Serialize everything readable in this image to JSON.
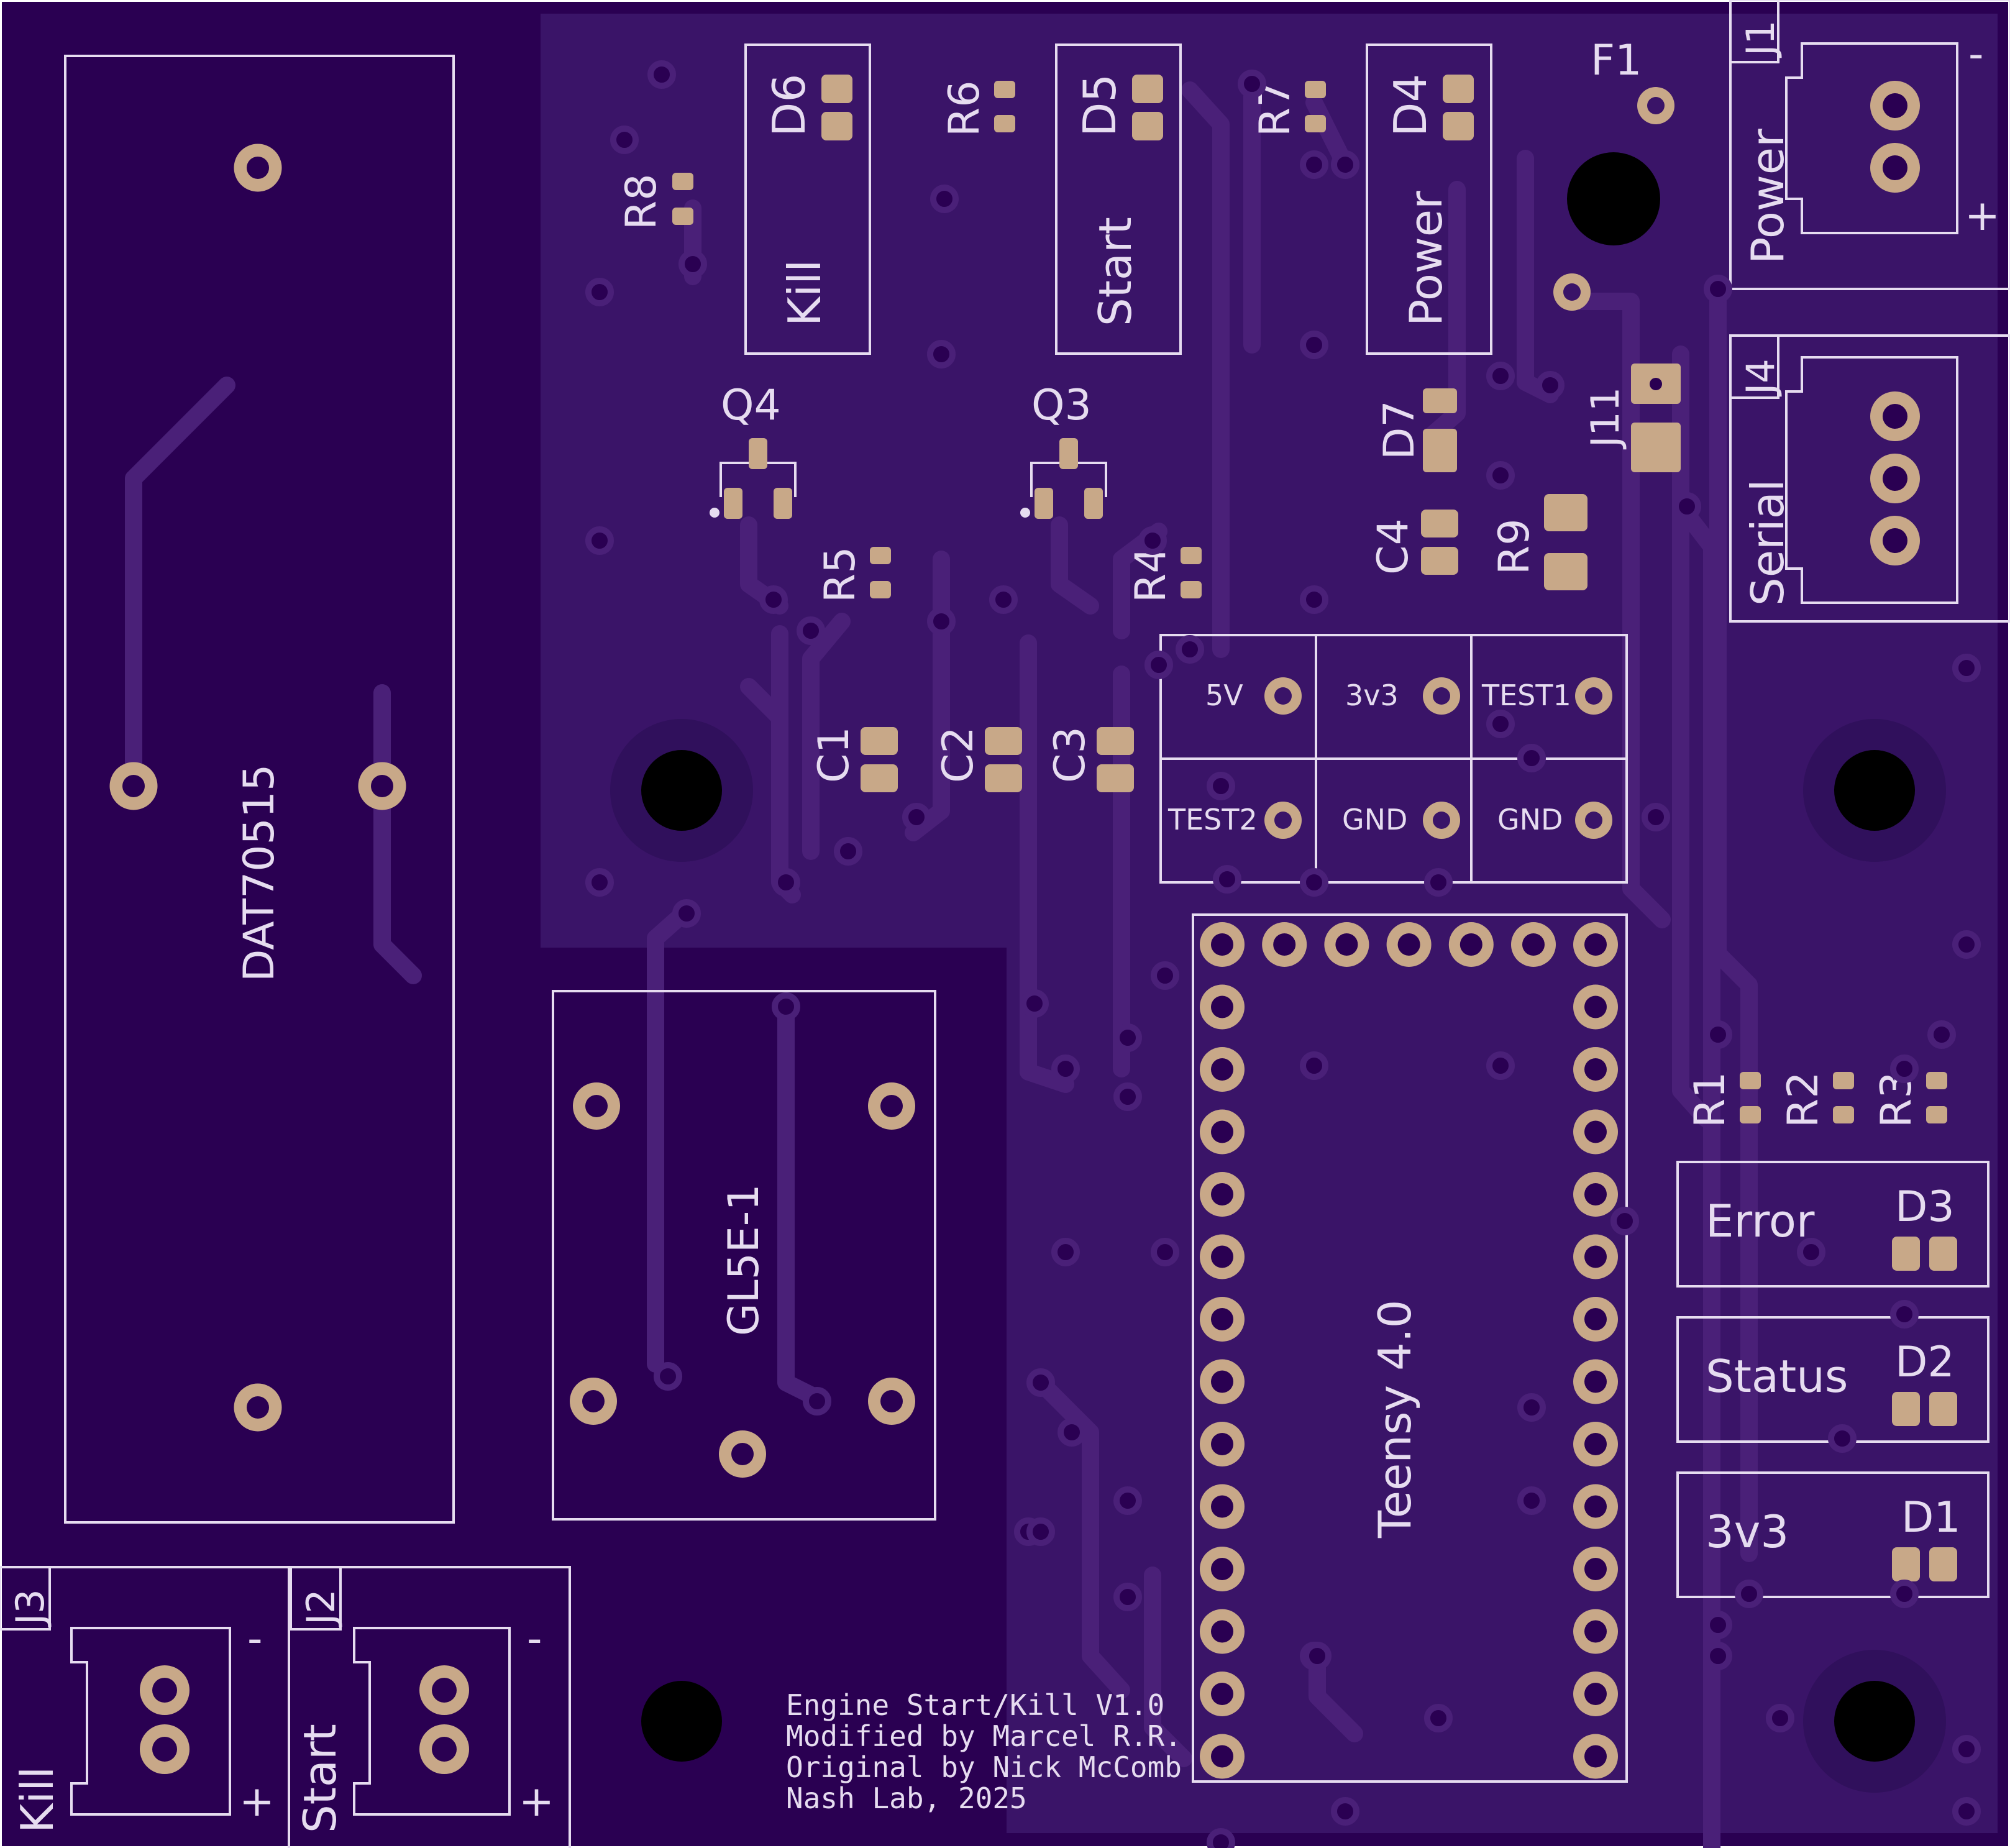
{
  "labels": {
    "dat": "DAT70515",
    "gl5e": "GL5E-1",
    "teensy": "Teensy 4.0",
    "d6": "D6",
    "d5": "D5",
    "d4": "D4",
    "d7": "D7",
    "d3": "D3",
    "d2": "D2",
    "d1": "D1",
    "r8": "R8",
    "r6": "R6",
    "r7": "R7",
    "r5": "R5",
    "r4": "R4",
    "r9": "R9",
    "r1": "R1",
    "r2": "R2",
    "r3": "R3",
    "q4": "Q4",
    "q3": "Q3",
    "c1": "C1",
    "c2": "C2",
    "c3": "C3",
    "c4": "C4",
    "f1": "F1",
    "j11": "J11",
    "j1": "J1",
    "j2": "J2",
    "j3": "J3",
    "j4": "J4",
    "kill_led": "Kill",
    "start_led": "Start",
    "power_led": "Power",
    "power_conn": "Power",
    "serial_conn": "Serial",
    "kill_conn": "Kill",
    "start_conn": "Start",
    "error": "Error",
    "status": "Status",
    "v33": "3v3",
    "minus": "-",
    "plus": "+",
    "tp_5v": "5V",
    "tp_3v3": "3v3",
    "tp_test1": "TEST1",
    "tp_test2": "TEST2",
    "tp_gnd1": "GND",
    "tp_gnd2": "GND",
    "credit1": "Engine Start/Kill V1.0",
    "credit2": "Modified by Marcel R.R.",
    "credit3": "Original by Nick McComb",
    "credit4": "Nash Lab, 2025"
  },
  "colors": {
    "board": "#2a0052",
    "pour": "#3a1468",
    "silkscreen": "#e6dcf0",
    "pad": "#c8a888",
    "trace": "#4a2078"
  }
}
